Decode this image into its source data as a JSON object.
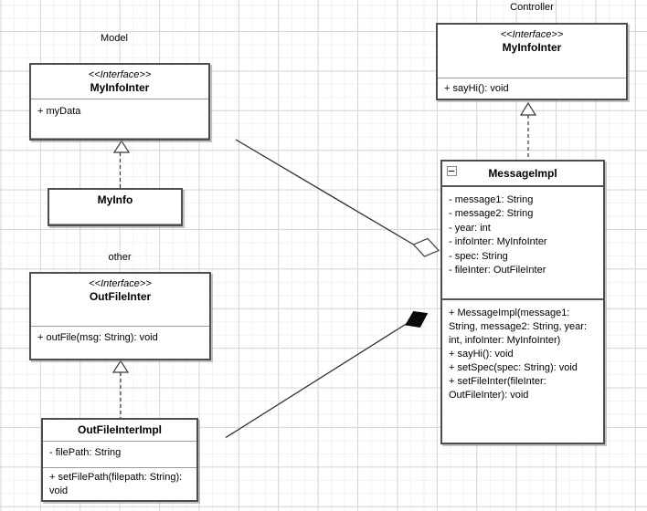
{
  "labels": {
    "model": "Model",
    "other": "other",
    "controller": "Controller"
  },
  "icons": {
    "collapse": "minus"
  },
  "classes": {
    "model_interface": {
      "stereotype": "<<Interface>>",
      "name": "MyInfoInter",
      "attributes": [
        "+ myData"
      ],
      "operations": []
    },
    "my_info": {
      "name": "MyInfo"
    },
    "out_file_inter": {
      "stereotype": "<<Interface>>",
      "name": "OutFileInter",
      "attributes": [],
      "operations": [
        "+ outFile(msg: String): void"
      ]
    },
    "out_file_inter_impl": {
      "name": "OutFileInterImpl",
      "attributes": [
        "- filePath: String"
      ],
      "operations": [
        "+ setFilePath(filepath: String): void"
      ]
    },
    "controller_interface": {
      "stereotype": "<<Interface>>",
      "name": "MyInfoInter",
      "attributes": [],
      "operations": [
        "+ sayHi(): void"
      ]
    },
    "message_impl": {
      "name": "MessageImpl",
      "attributes": [
        "- message1: String",
        "- message2: String",
        "- year: int",
        "- infoInter: MyInfoInter",
        "- spec: String",
        "- fileInter: OutFileInter"
      ],
      "operations": [
        "+ MessageImpl(message1: String, message2: String, year: int, infoInter: MyInfoInter)",
        "+ sayHi(): void",
        "+ setSpec(spec: String): void",
        "+ setFileInter(fileInter: OutFileInter): void"
      ]
    }
  },
  "relationships": [
    {
      "type": "realization",
      "from": "MyInfo",
      "to": "MyInfoInter (Model)"
    },
    {
      "type": "realization",
      "from": "OutFileInterImpl",
      "to": "OutFileInter"
    },
    {
      "type": "realization",
      "from": "MessageImpl",
      "to": "MyInfoInter (Controller)"
    },
    {
      "type": "aggregation",
      "from": "MessageImpl",
      "to": "MyInfoInter (Model)"
    },
    {
      "type": "composition",
      "from": "MessageImpl",
      "to": "OutFileInterImpl"
    }
  ],
  "colors": {
    "background": "#ffffff",
    "grid_minor": "#f2f2f2",
    "grid_major": "#d6d6d6",
    "box_border": "#4d4d4d",
    "divider": "#9b9b9b",
    "text": "#000000"
  }
}
